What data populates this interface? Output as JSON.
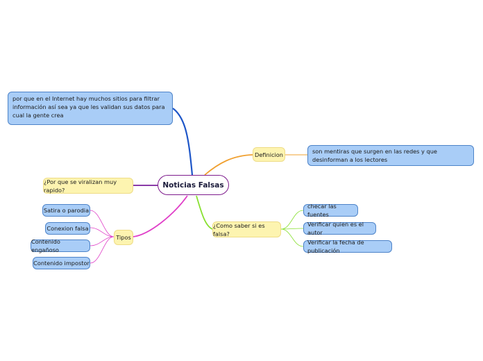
{
  "center": "Noticias Falsas",
  "definition_note": "por que en el Internet hay muchos sitios para filtrar información así sea ya que les validan sus datos para cual la gente crea",
  "definicion": {
    "label": "Definicion",
    "detail": "son mentiras que surgen en las redes y que desinforman a los lectores"
  },
  "viraliza": {
    "label": "¿Por que se viralizan muy rapido?"
  },
  "tipos": {
    "label": "Tipos",
    "items": [
      "Satira o parodia",
      "Conexion falsa",
      "Contenido engañoso",
      "Contenido impostor"
    ]
  },
  "como_saber": {
    "label": "¿Como saber si es falsa?",
    "items": [
      "checar las fuentes",
      "Verificar quien es el autor",
      "Verificar la fecha de publicación"
    ]
  },
  "colors": {
    "branch_top": "#1e56c8",
    "branch_definicion": "#f0a030",
    "branch_viraliza": "#7a1f9c",
    "branch_tipos": "#e040c8",
    "branch_como": "#88e030"
  }
}
